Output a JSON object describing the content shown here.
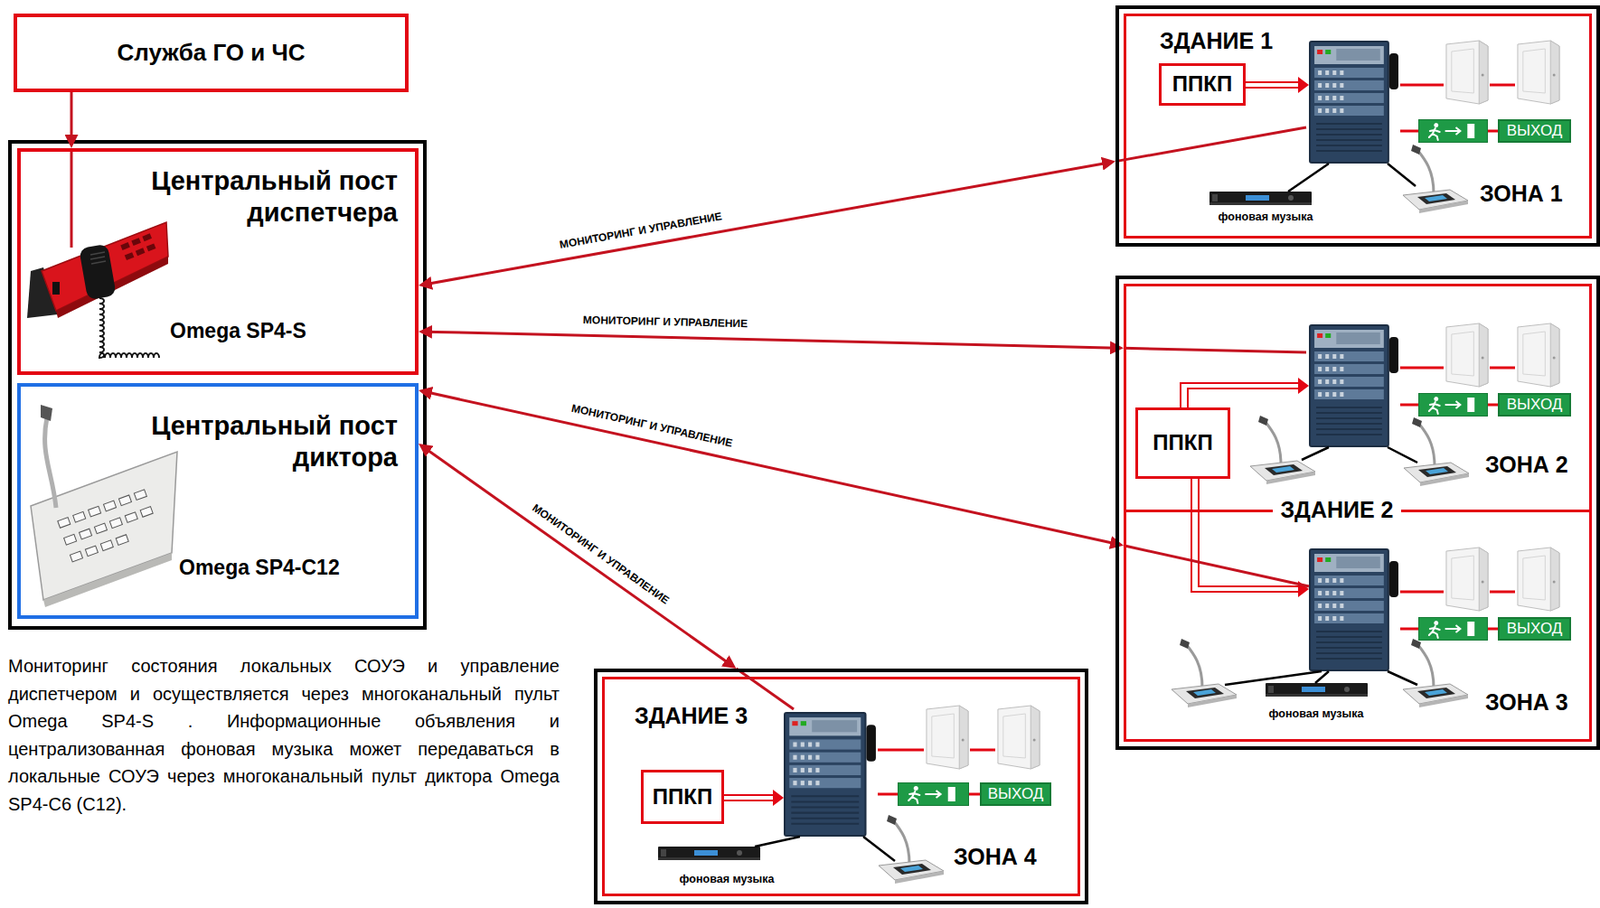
{
  "diagram": {
    "nodes": [
      {
        "text": [
          "Служба ГО и ЧС"
        ]
      },
      {
        "text": [
          "Центральный пост диспетчера",
          "Omega SP4-S"
        ]
      },
      {
        "text": [
          "Центральный пост диктора",
          "Omega SP4-C12"
        ]
      },
      {
        "text": [
          "ЗДАНИЕ 1",
          "ЗОНА 1"
        ]
      },
      {
        "text": [
          "ППКП"
        ],
        "in": 3
      },
      {
        "text": [
          "ВЫХОД"
        ],
        "in": 3
      },
      {
        "text": [
          "ЗДАНИЕ 2"
        ]
      },
      {
        "text": [
          "ЗОНА 2"
        ],
        "in": 6
      },
      {
        "text": [
          "ППКП"
        ],
        "in": 7
      },
      {
        "text": [
          "ВЫХОД"
        ],
        "in": 7
      },
      {
        "text": [
          "ЗОНА 3"
        ],
        "in": 6
      },
      {
        "text": [
          "ВЫХОД"
        ],
        "in": 10
      },
      {
        "text": [
          "ЗДАНИЕ 3",
          "ЗОНА 4"
        ]
      },
      {
        "text": [
          "ППКП"
        ],
        "in": 12
      },
      {
        "text": [
          "ВЫХОД"
        ],
        "in": 12
      }
    ],
    "edges": [
      {
        "from": 0,
        "to": 1,
        "arrow": "to"
      },
      {
        "from": 1,
        "to": 3,
        "label": "МОНИТОРИНГ И УПРАВЛЕНИЕ",
        "arrow": "both"
      },
      {
        "from": 1,
        "to": 7,
        "label": "МОНИТОРИНГ И УПРАВЛЕНИЕ",
        "arrow": "both"
      },
      {
        "from": 2,
        "to": 10,
        "label": "МОНИТОРИНГ И УПРАВЛЕНИЕ",
        "arrow": "both"
      },
      {
        "from": 2,
        "to": 12,
        "label": "МОНИТОРИНГ И УПРАВЛЕНИЕ",
        "arrow": "both"
      }
    ],
    "labels": [
      "фоновая музыка",
      "Мониторинг состояния локальных СОУЭ и управление диспетчером и осуществляется через многоканальный пульт Omega SP4-S . Информационные объявления и централизованная фоновая музыка может передаваться в локальные СОУЭ через многоканальный пульт диктора Omega SP4-C6 (С12).",
      "фоновая музыка",
      "фоновая музыка"
    ]
  }
}
